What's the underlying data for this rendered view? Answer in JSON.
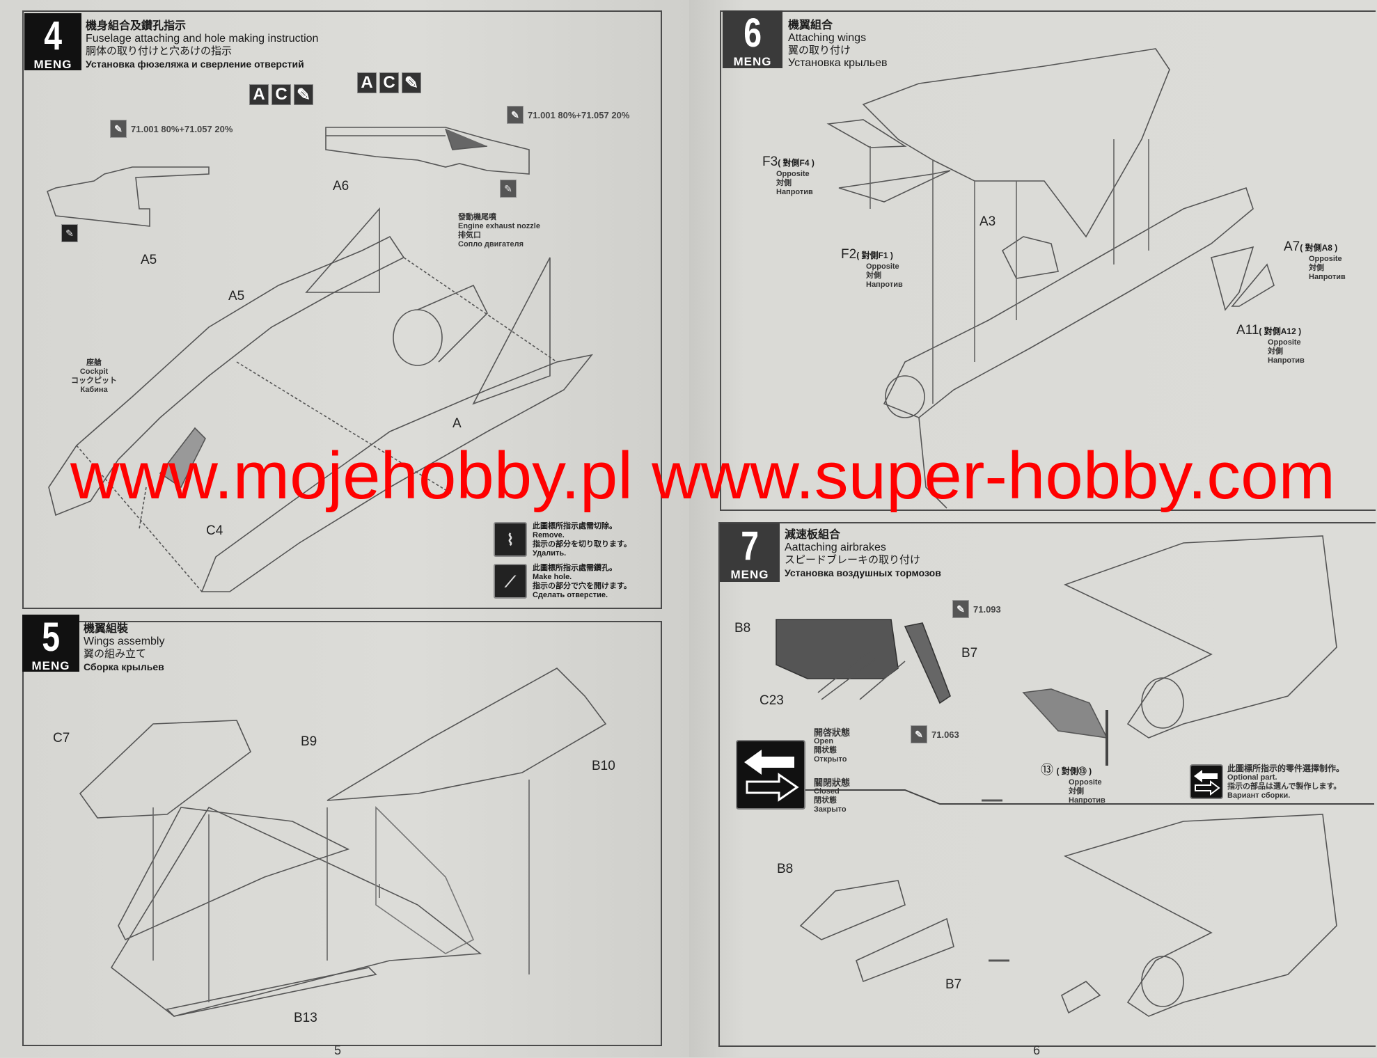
{
  "brand": "MENG",
  "steps": {
    "s4": {
      "number": "4",
      "zh": "機身組合及鑽孔指示",
      "en": "Fuselage attaching and hole making instruction",
      "ja": "胴体の取り付けと穴あけの指示",
      "ru": "Установка фюзеляжа и сверление отверстий",
      "paint1": "71.001 80%+71.057 20%",
      "paint2": "71.001 80%+71.057 20%",
      "ac": [
        "A",
        "C"
      ],
      "labels": {
        "a6": "A6",
        "a5_top": "A5",
        "a5": "A5",
        "c4": "C4",
        "a": "A"
      },
      "nozzle": {
        "zh": "發動機尾噴",
        "en": "Engine exhaust nozzle",
        "ja": "排気口",
        "ru": "Сопло двигателя"
      },
      "cockpit": {
        "zh": "座艙",
        "en": "Cockpit",
        "ja": "コックピット",
        "ru": "Кабина"
      },
      "legend_remove": {
        "zh": "此圖標所指示處需切除。",
        "en": "Remove.",
        "ja": "指示の部分を切り取ります。",
        "ru": "Удалить."
      },
      "legend_hole": {
        "zh": "此圖標所指示處需鑽孔。",
        "en": "Make hole.",
        "ja": "指示の部分で穴を開けます。",
        "ru": "Сделать отверстие."
      }
    },
    "s5": {
      "number": "5",
      "zh": "機翼組裝",
      "en": "Wings assembly",
      "ja": "翼の組み立て",
      "ru": "Сборка крыльев",
      "labels": {
        "c7": "C7",
        "b9": "B9",
        "b10": "B10",
        "b13": "B13"
      }
    },
    "s6": {
      "number": "6",
      "zh": "機翼組合",
      "en": "Attaching wings",
      "ja": "翼の取り付け",
      "ru": "Установка крыльев",
      "f3": {
        "part": "F3",
        "opp": "( 對側F4 )",
        "en": "Opposite",
        "ja": "対側",
        "ru": "Напротив"
      },
      "f2": {
        "part": "F2",
        "opp": "( 對側F1 )",
        "en": "Opposite",
        "ja": "対側",
        "ru": "Напротив"
      },
      "a3": "A3",
      "a7": {
        "part": "A7",
        "opp": "( 對側A8 )",
        "en": "Opposite",
        "ja": "対側",
        "ru": "Напротив"
      },
      "a11": {
        "part": "A11",
        "opp": "( 對側A12 )",
        "en": "Opposite",
        "ja": "対側",
        "ru": "Напротив"
      }
    },
    "s7": {
      "number": "7",
      "zh": "減速板組合",
      "en": "Aattaching airbrakes",
      "ja": "スピードブレーキの取り付け",
      "ru": "Установка воздушных тормозов",
      "labels": {
        "b8": "B8",
        "b7": "B7",
        "c23": "C23",
        "b8_low": "B8",
        "b7_low": "B7"
      },
      "paint1": "71.093",
      "paint2": "71.063",
      "open": {
        "zh": "開啓狀態",
        "en": "Open",
        "ja": "開状態",
        "ru": "Открыто"
      },
      "closed": {
        "zh": "關閉狀態",
        "en": "Closed",
        "ja": "閉状態",
        "ru": "Закрыто"
      },
      "p13": {
        "part": "⑬",
        "opp": "( 對側⑬ )",
        "en": "Opposite",
        "ja": "対側",
        "ru": "Напротив"
      },
      "optional": {
        "zh": "此圖標所指示的零件選擇制作。",
        "en": "Optional part.",
        "ja": "指示の部品は選んで製作します。",
        "ru": "Вариант сборки."
      }
    }
  },
  "watermark": "www.mojehobby.pl www.super-hobby.com",
  "watermark_color": "#ff0000",
  "page_numbers": [
    "5",
    "6"
  ]
}
